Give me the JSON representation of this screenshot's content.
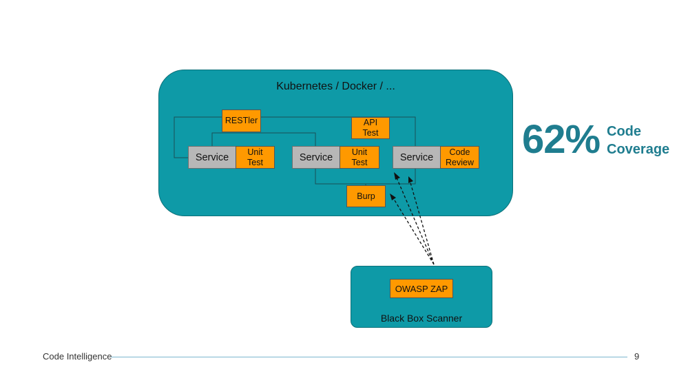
{
  "diagram": {
    "cluster_title": "Kubernetes / Docker / ...",
    "services": [
      {
        "label": "Service",
        "tag": "Unit\nTest"
      },
      {
        "label": "Service",
        "tag": "Unit\nTest"
      },
      {
        "label": "Service",
        "tag": "Code\nReview"
      }
    ],
    "tools": {
      "restler": "RESTler",
      "api_test": "API\nTest",
      "burp": "Burp",
      "owasp": "OWASP ZAP"
    },
    "scanner_label": "Black Box Scanner"
  },
  "coverage": {
    "value": "62%",
    "label_line1": "Code",
    "label_line2": "Coverage"
  },
  "footer": {
    "brand": "Code Intelligence",
    "page_number": "9"
  },
  "colors": {
    "teal": "#0e9aa7",
    "orange": "#ff9900",
    "service_gray": "#b7b7b7",
    "coverage_text": "#1f7d8f"
  }
}
